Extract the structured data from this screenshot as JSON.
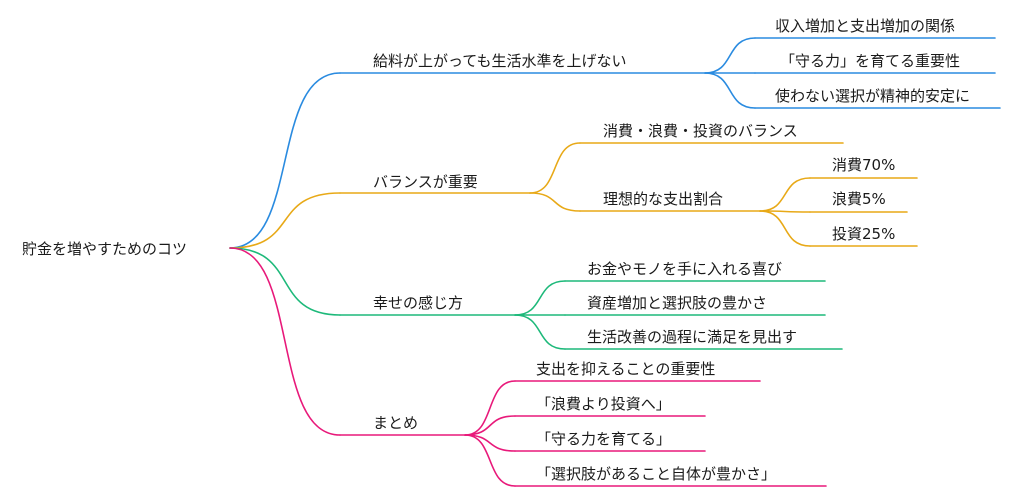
{
  "mindmap": {
    "root": "貯金を増やすためのコツ",
    "branches": [
      {
        "label": "給料が上がっても生活水準を上げない",
        "color": "#2a8be0",
        "children": [
          {
            "label": "収入増加と支出増加の関係"
          },
          {
            "label": "「守る力」を育てる重要性"
          },
          {
            "label": "使わない選択が精神的安定に"
          }
        ]
      },
      {
        "label": "バランスが重要",
        "color": "#e8a917",
        "children": [
          {
            "label": "消費・浪費・投資のバランス"
          },
          {
            "label": "理想的な支出割合",
            "children": [
              {
                "label": "消費70%"
              },
              {
                "label": "浪費5%"
              },
              {
                "label": "投資25%"
              }
            ]
          }
        ]
      },
      {
        "label": "幸せの感じ方",
        "color": "#1db97a",
        "children": [
          {
            "label": "お金やモノを手に入れる喜び"
          },
          {
            "label": "資産増加と選択肢の豊かさ"
          },
          {
            "label": "生活改善の過程に満足を見出す"
          }
        ]
      },
      {
        "label": "まとめ",
        "color": "#e8197a",
        "children": [
          {
            "label": "支出を抑えることの重要性"
          },
          {
            "label": "「浪費より投資へ」"
          },
          {
            "label": "「守る力を育てる」"
          },
          {
            "label": "「選択肢があること自体が豊かさ」"
          }
        ]
      }
    ]
  }
}
